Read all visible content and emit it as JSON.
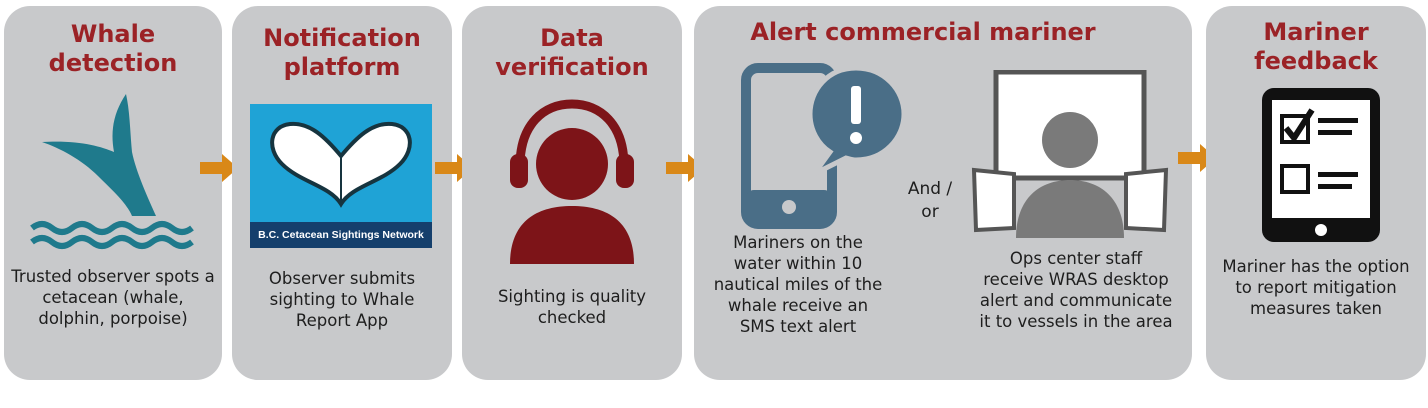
{
  "colors": {
    "panel_bg": "#c8c9cb",
    "title": "#9b2226",
    "arrow": "#d98818",
    "whale_tail": "#1f7a8c",
    "phone": "#4a6e87",
    "headset_person": "#7d1418",
    "monitor_person": "#7a7a7a",
    "app_tile": "#1fa3d6"
  },
  "steps": [
    {
      "title": "Whale detection",
      "description": "Trusted observer spots a cetacean (whale, dolphin, porpoise)",
      "icon": "whale-tail-icon"
    },
    {
      "title": "Notification platform",
      "description": "Observer submits sighting to Whale Report App",
      "icon": "app-logo-icon",
      "logo_text": "B.C. Cetacean Sightings Network"
    },
    {
      "title": "Data verification",
      "description": "Sighting is quality checked",
      "icon": "headset-person-icon"
    },
    {
      "title": "Alert commercial mariner",
      "sub_left": {
        "description": "Mariners on the water within 10 nautical miles of the whale receive an SMS text alert",
        "icon": "phone-alert-icon"
      },
      "connector": "And / or",
      "sub_right": {
        "description": "Ops center staff receive WRAS desktop alert and communicate it to vessels in the area",
        "icon": "desktop-operator-icon"
      }
    },
    {
      "title": "Mariner feedback",
      "description": "Mariner has the option to report mitigation measures taken",
      "icon": "checklist-tablet-icon"
    }
  ]
}
